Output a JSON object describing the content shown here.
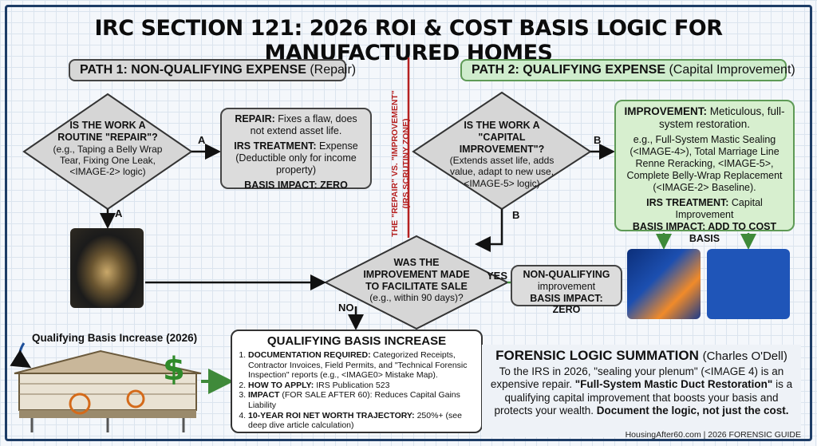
{
  "title": "IRC SECTION 121: 2026 ROI & COST BASIS LOGIC FOR MANUFACTURED HOMES",
  "path1": {
    "label": "PATH 1: NON-QUALIFYING EXPENSE",
    "sub": "(Repair)"
  },
  "path2": {
    "label": "PATH 2: QUALIFYING EXPENSE",
    "sub": "(Capital Improvement)"
  },
  "scrutiny": {
    "line1": "THE \"REPAIR\" VS. \"IMPROVEMENT\"",
    "line2": "(IRS SCRUTINY ZONE)"
  },
  "decision1": {
    "q1": "IS THE WORK A",
    "q2": "ROUTINE \"REPAIR\"?",
    "detail": "(e.g., Taping a Belly Wrap Tear, Fixing One Leak, <IMAGE-2> logic)"
  },
  "decision2": {
    "q1": "IS THE WORK A",
    "q2": "\"CAPITAL IMPROVEMENT\"?",
    "detail": "(Extends asset life, adds value, adapt to new use, <IMAGE-5> logic)"
  },
  "decision3": {
    "q1": "WAS THE",
    "q2": "IMPROVEMENT MADE",
    "q3": "TO FACILITATE SALE",
    "detail": "(e.g., within 90 days)?"
  },
  "repair_box": {
    "head": "REPAIR:",
    "text": "Fixes a flaw, does not extend asset life.",
    "treat_head": "IRS TREATMENT:",
    "treat": "Expense",
    "treat_note": "(Deductible only for income property)",
    "impact": "BASIS IMPACT: ZERO"
  },
  "improve_box": {
    "head": "IMPROVEMENT:",
    "text": "Meticulous, full-system restoration.",
    "examples": "e.g., Full-System Mastic Sealing (<IMAGE-4>), Total Marriage Line Renne Reracking, <IMAGE-5>, Complete Belly-Wrap Replacement (<IMAGE-2> Baseline).",
    "treat_head": "IRS TREATMENT:",
    "treat": "Capital Improvement",
    "impact": "BASIS IMPACT: ADD TO COST BASIS"
  },
  "nonq_box": {
    "line1": "NON-QUALIFYING",
    "line2": "improvement",
    "impact": "BASIS IMPACT: ZERO"
  },
  "arrow_labels": {
    "a1": "A",
    "a2": "A",
    "b1": "B",
    "b2": "B",
    "yes": "YES",
    "no": "NO"
  },
  "qualifying": {
    "title": "QUALIFYING BASIS INCREASE",
    "items": [
      {
        "head": "DOCUMENTATION REQUIRED:",
        "text": "Categorized Receipts, Contractor Invoices, Field Permits, and \"Technical Forensic Inspection\" reports (e.g., <IMAGE0> Mistake Map)."
      },
      {
        "head": "HOW TO APPLY:",
        "text": "IRS Publication 523"
      },
      {
        "head": "IMPACT",
        "text": "(FOR SALE AFTER 60): Reduces Capital Gains Liability"
      },
      {
        "head": "10-YEAR ROI NET WORTH TRAJECTORY:",
        "text": "250%+ (see deep dive article calculation)"
      }
    ]
  },
  "house_label": "Qualifying Basis Increase (2026)",
  "dollar": "$",
  "summary": {
    "title": "FORENSIC LOGIC SUMMATION",
    "author": "(Charles O'Dell)",
    "p1": "To the IRS in 2026, \"sealing your plenum\" (<IMAGE 4) is an expensive repair.",
    "p2_bold": "\"Full-System Mastic Duct Restoration\"",
    "p2": "is a qualifying capital improvement that boosts your basis and protects your wealth.",
    "p3_bold": "Document the logic, not just the cost."
  },
  "footer": "HousingAfter60.com | 2026 FORENSIC GUIDE",
  "colors": {
    "navy": "#1d3c66",
    "red": "#b52020",
    "green": "#5e9a56",
    "gray": "#dcdcdc",
    "lightgreen": "#d7efcf"
  }
}
